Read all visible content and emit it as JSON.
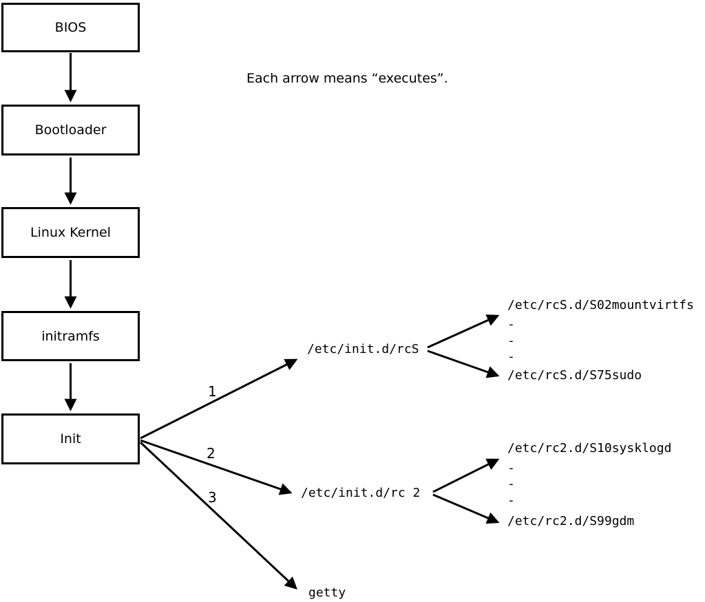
{
  "legend": "Each arrow means “executes”.",
  "chain": [
    {
      "label": "BIOS"
    },
    {
      "label": "Bootloader"
    },
    {
      "label": "Linux Kernel"
    },
    {
      "label": "initramfs"
    },
    {
      "label": "Init"
    }
  ],
  "branches": [
    {
      "number": "1",
      "target": "/etc/init.d/rcS",
      "children": [
        "/etc/rcS.d/S02mountvirtfs",
        "-",
        "-",
        "-",
        "/etc/rcS.d/S75sudo"
      ]
    },
    {
      "number": "2",
      "target": "/etc/init.d/rc 2",
      "children": [
        "/etc/rc2.d/S10sysklogd",
        "-",
        "-",
        "-",
        "/etc/rc2.d/S99gdm"
      ]
    },
    {
      "number": "3",
      "target": "getty",
      "children": []
    }
  ],
  "colors": {
    "background": "#ffffff",
    "line": "#000000",
    "box_fill": "#ffffff",
    "text": "#000000"
  }
}
